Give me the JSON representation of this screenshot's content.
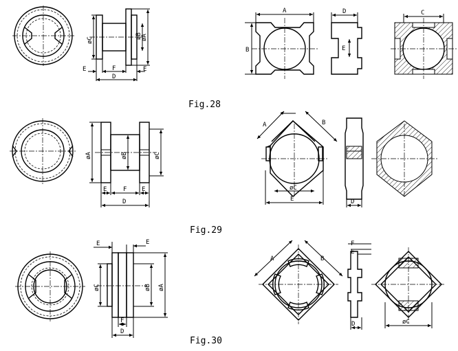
{
  "captions": {
    "fig28": "Fig.28",
    "fig29": "Fig.29",
    "fig30": "Fig.30"
  },
  "fig28": {
    "side": {
      "dia_c": "øC",
      "dia_b": "øB",
      "dia_a": "øA",
      "e_left": "E",
      "f": "F",
      "e_right": "E",
      "d": "D"
    },
    "front": {
      "a": "A",
      "b": "B"
    },
    "edge": {
      "d": "D",
      "e": "E"
    },
    "section": {
      "c": "C"
    }
  },
  "fig29": {
    "side": {
      "dia_a": "øA",
      "dia_b": "øB",
      "dia_c": "øC",
      "e_left": "E",
      "f": "F",
      "e_right": "E",
      "d": "D"
    },
    "front": {
      "a": "A",
      "b": "B",
      "dia_c": "øC",
      "e": "E"
    },
    "edge": {
      "d": "D"
    }
  },
  "fig30": {
    "side": {
      "e_left": "E",
      "e_right": "E",
      "dia_c": "øC",
      "dia_b": "øB",
      "dia_a": "øA",
      "f": "F",
      "d": "D"
    },
    "front": {
      "a": "A",
      "b": "B"
    },
    "edge": {
      "f": "F",
      "e": "E",
      "d": "D"
    },
    "section": {
      "dia_c": "øC"
    }
  }
}
